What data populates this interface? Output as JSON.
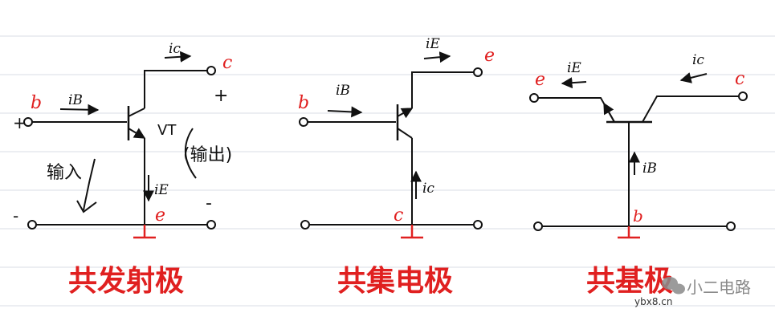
{
  "colors": {
    "ink": "#111111",
    "red": "#e02020",
    "ruled_line": "#d9dde6",
    "watermark": "#8a8a8a"
  },
  "circuits": {
    "common_emitter": {
      "caption": "共发射极",
      "terminal_b": "b",
      "terminal_c": "c",
      "terminal_e": "e",
      "current_b": "iB",
      "current_c": "ic",
      "current_e": "iE",
      "transistor": "VT",
      "input_label": "输入",
      "output_label": "(输出)",
      "plus_in": "+",
      "minus_in": "-",
      "plus_out": "+",
      "minus_out": "-"
    },
    "common_collector": {
      "caption": "共集电极",
      "terminal_b": "b",
      "terminal_c": "c",
      "terminal_e": "e",
      "current_b": "iB",
      "current_c": "ic",
      "current_e": "iE"
    },
    "common_base": {
      "caption": "共基极",
      "terminal_b": "b",
      "terminal_c": "c",
      "terminal_e": "e",
      "current_b": "iB",
      "current_c": "ic",
      "current_e": "iE"
    }
  },
  "watermark": {
    "brand": "小二电路",
    "site": "ybx8.cn",
    "icon": "wechat-icon"
  }
}
